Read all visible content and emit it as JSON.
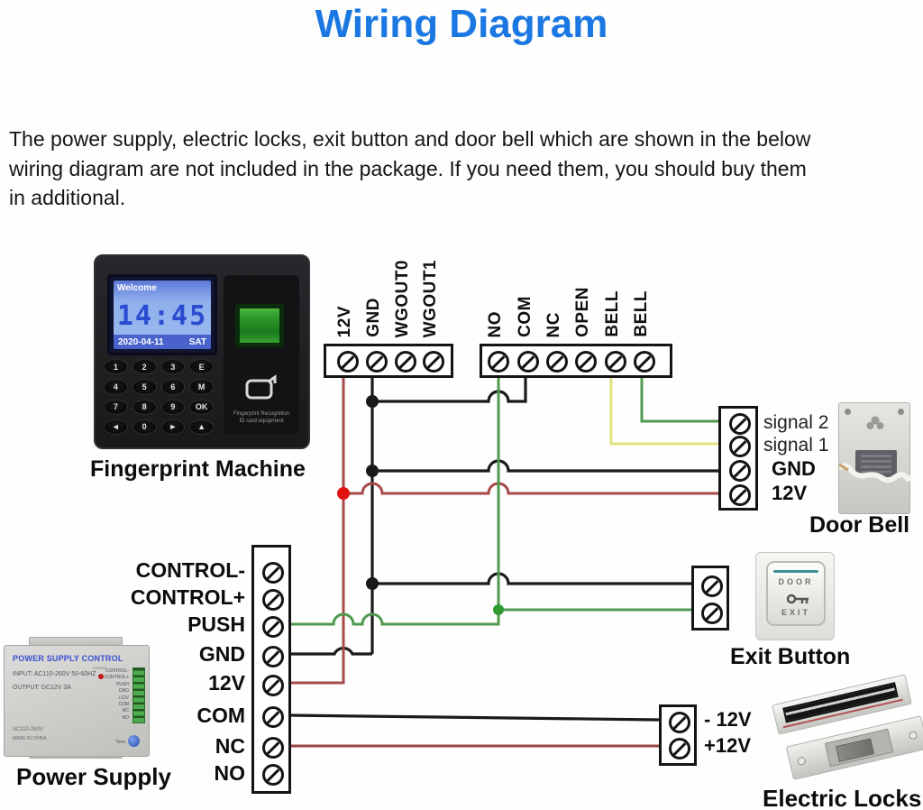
{
  "title": "Wiring Diagram",
  "description": {
    "lines": [
      "The power supply, electric locks, exit button and door bell which are shown in the below",
      "wiring diagram are not included in the package. If you need them, you should buy them",
      "in additional."
    ]
  },
  "fingerprint_machine": {
    "label": "Fingerprint Machine",
    "screen": {
      "welcome": "Welcome",
      "time": "14:45",
      "date": "2020-04-11",
      "day": "SAT"
    },
    "keypad": [
      "1",
      "2",
      "3",
      "E",
      "4",
      "5",
      "6",
      "M",
      "7",
      "8",
      "9",
      "OK",
      "◄",
      "0",
      "►",
      "▲"
    ],
    "reader_line1": "Fingerprint Recognition",
    "reader_line2": "ID card equipment"
  },
  "machine_terminals": {
    "group1": [
      "12V",
      "GND",
      "WGOUT0",
      "WGOUT1"
    ],
    "group2": [
      "NO",
      "COM",
      "NC",
      "OPEN",
      "BELL",
      "BELL"
    ]
  },
  "control_terminals": [
    "CONTROL-",
    "CONTROL+",
    "PUSH",
    "GND",
    "12V",
    "COM",
    "NC",
    "NO"
  ],
  "door_bell": {
    "label": "Door Bell",
    "terminals": [
      "signal 2",
      "signal 1",
      "GND",
      "12V"
    ]
  },
  "exit_button": {
    "label": "Exit Button",
    "text_top": "DOOR",
    "text_bottom": "EXIT"
  },
  "electric_locks": {
    "label": "Electric Locks",
    "terminals": [
      "- 12V",
      "+12V"
    ]
  },
  "power_supply": {
    "label": "Power Supply",
    "name": "POWER SUPPLY CONTROL",
    "input": "INPUT: AC110-260V 50-60HZ",
    "output": "OUTPUT: DC12V 3A",
    "rating": "AC110-260V",
    "origin": "MADE IN CHINA",
    "led_label": "POWER",
    "knob_label": "Time",
    "pins": [
      "CONTROL-",
      "CONTROL+",
      "PUSH",
      "GND",
      "+12V",
      "COM",
      "NC",
      "NO"
    ]
  },
  "colors": {
    "title_blue": "#1b78e2",
    "wire_black": "#1a1a1a",
    "wire_red": "#a84a4a",
    "wire_dark_red": "#9a4343",
    "wire_green": "#4f9a4f",
    "wire_yellow": "#e2e282",
    "junction_red": "#e01212"
  }
}
